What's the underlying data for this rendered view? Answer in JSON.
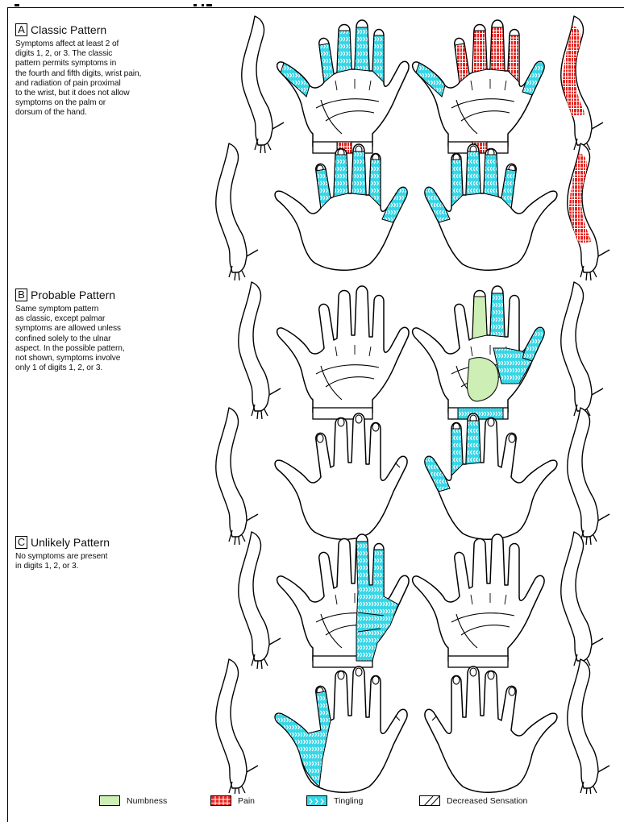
{
  "sections": [
    {
      "letter": "A",
      "title": "Classic Pattern",
      "description": "Symptoms affect at least 2 of\ndigits 1, 2, or 3.  The classic\npattern permits symptoms in\nthe fourth and fifth digits, wrist pain,\nand radiation of pain proximal\nto the wrist, but it does not allow\nsymptoms on the palm or\ndorsum of the hand."
    },
    {
      "letter": "B",
      "title": "Probable Pattern",
      "description": "Same symptom pattern\nas classic, except palmar\nsymptoms are allowed unless\nconfined solely to the ulnar\naspect.  In the possible pattern,\nnot shown, symptoms involve\nonly 1 of digits 1, 2, or 3."
    },
    {
      "letter": "C",
      "title": "Unlikely Pattern",
      "description": "No symptoms are present\nin digits 1, 2, or 3."
    }
  ],
  "legend": [
    {
      "label": "Numbness",
      "pattern": "numbness"
    },
    {
      "label": "Pain",
      "pattern": "pain"
    },
    {
      "label": "Tingling",
      "pattern": "tingling"
    },
    {
      "label": "Decreased Sensation",
      "pattern": "decreased"
    }
  ],
  "colors": {
    "numbness": "#cdeeb4",
    "pain": "#e8231e",
    "tingling": "#36d6e6",
    "outline": "#000000"
  }
}
